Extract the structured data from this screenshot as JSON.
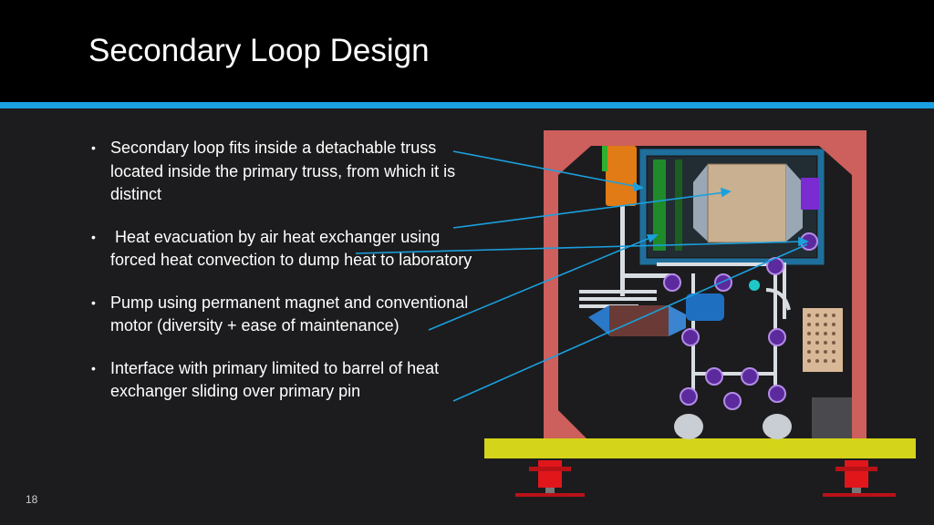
{
  "slide": {
    "title": "Secondary Loop Design",
    "page_number": "18"
  },
  "bullets": [
    {
      "text": "Secondary loop fits inside a detachable truss located inside the primary truss, from which it is distinct"
    },
    {
      "text": " Heat evacuation by air heat exchanger using forced heat convection to dump heat to laboratory"
    },
    {
      "text": "Pump using permanent magnet and conventional motor (diversity + ease of maintenance)"
    },
    {
      "text": "Interface with primary limited to barrel of heat exchanger sliding over primary pin"
    }
  ],
  "bullet_glyph": "•",
  "colors": {
    "header": "#000000",
    "accent_rule": "#1aa0de",
    "background": "#1c1c1e",
    "primary_truss": "#cd5f5c",
    "secondary_truss": "#1f6f9c",
    "base_plate": "#d4d41a",
    "callout_line": "#1aa0de"
  },
  "icons": {
    "bullet": "bullet-dot-icon"
  }
}
